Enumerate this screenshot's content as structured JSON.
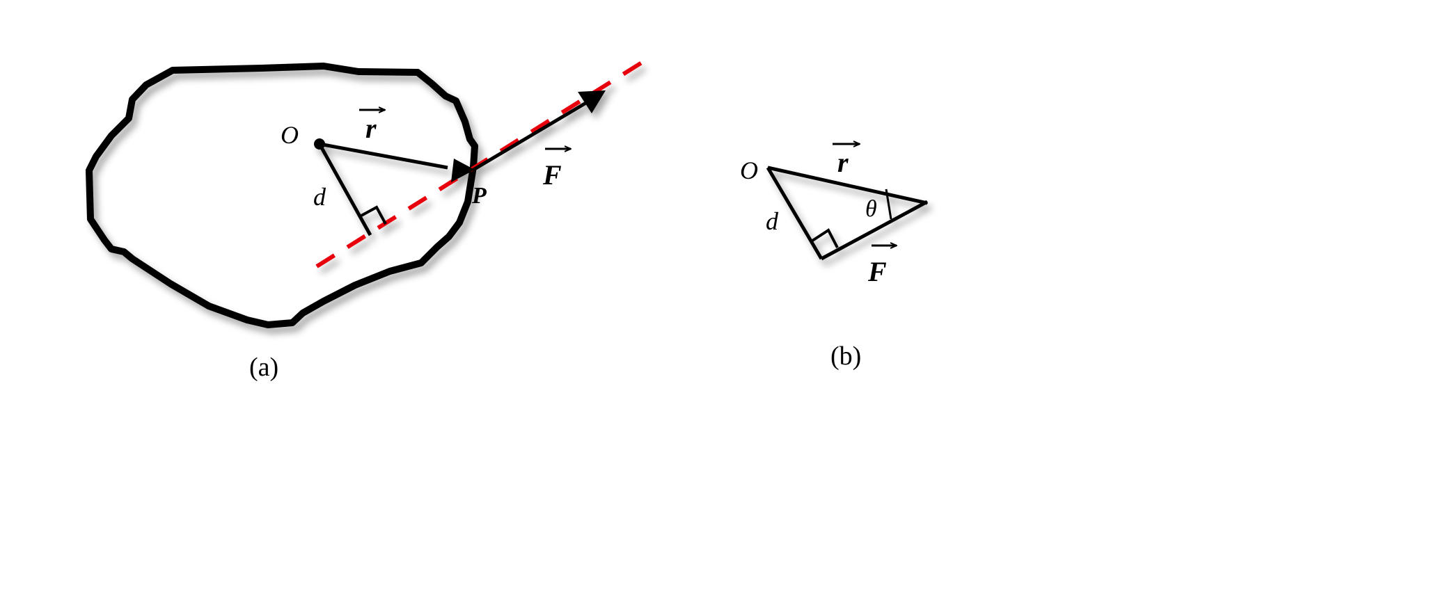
{
  "panel_a": {
    "caption": "(a)",
    "origin_label": "O",
    "r_label": "r",
    "d_label": "d",
    "point_label": "P",
    "force_label": "F"
  },
  "panel_b": {
    "caption": "(b)",
    "origin_label": "O",
    "r_label": "r",
    "d_label": "d",
    "angle_label": "θ",
    "force_label": "F"
  },
  "colors": {
    "line": "#000000",
    "line_of_action": "#e8000b"
  }
}
